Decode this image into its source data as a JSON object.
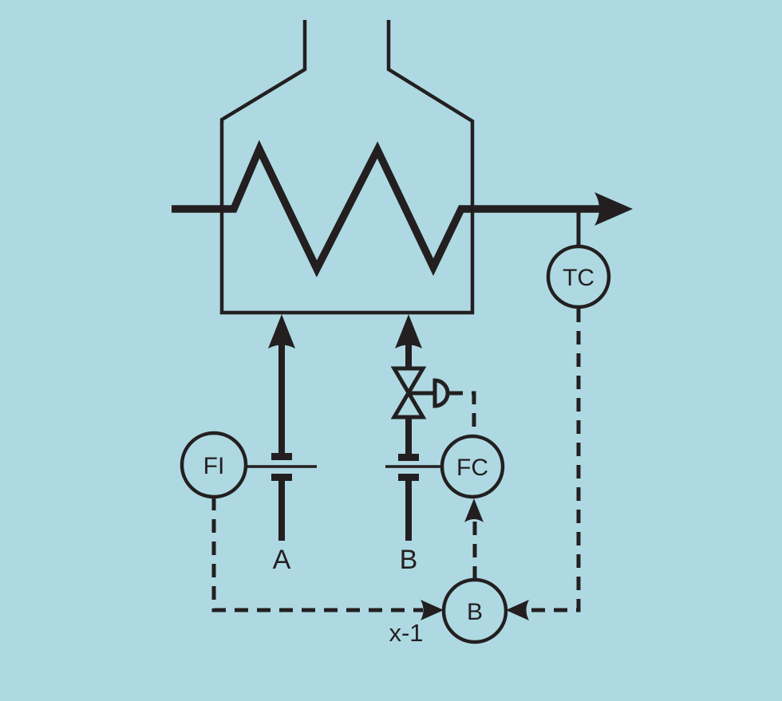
{
  "colors": {
    "background": "#aed9e2",
    "line": "#231f20"
  },
  "labels": {
    "flow_indicator": "FI",
    "flow_controller": "FC",
    "temperature_controller": "TC",
    "ratio_element": "B",
    "ratio_annotation": "x-1",
    "stream_a": "A",
    "stream_b": "B"
  }
}
